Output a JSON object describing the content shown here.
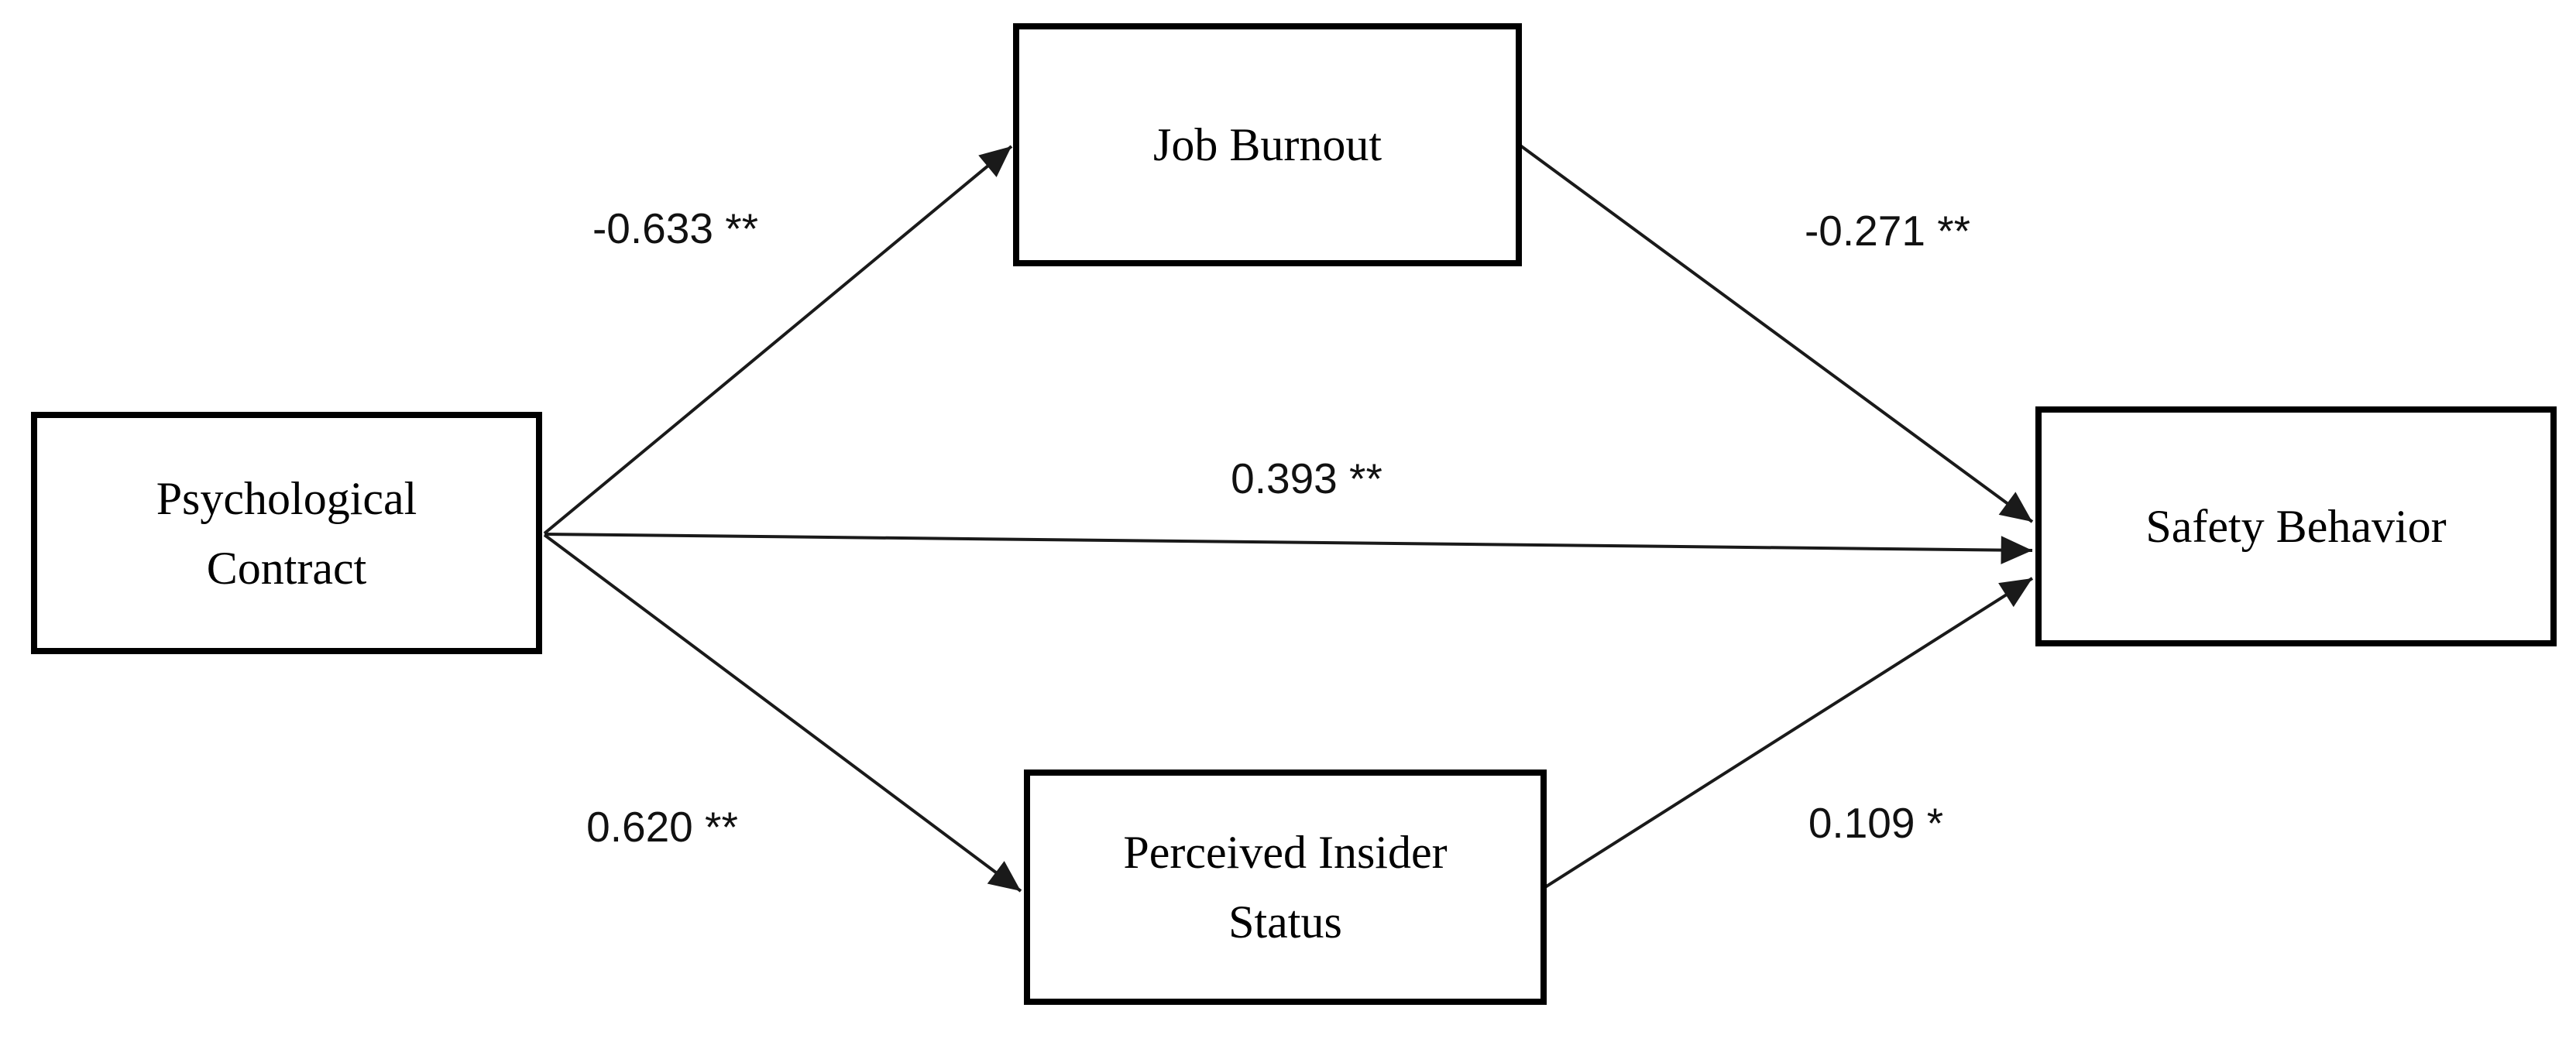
{
  "figure": {
    "background_color": "#ffffff",
    "box_border_color": "#000000",
    "arrow_color": "#1a1a1a",
    "text_color": "#000000",
    "type": "path-diagram"
  },
  "nodes": {
    "psychological_contract": {
      "label": "Psychological Contract",
      "lines": [
        "Psychological",
        "Contract"
      ]
    },
    "job_burnout": {
      "label": "Job Burnout",
      "lines": [
        "Job Burnout"
      ]
    },
    "perceived_insider_status": {
      "label": "Perceived Insider Status",
      "lines": [
        "Perceived Insider",
        "Status"
      ]
    },
    "safety_behavior": {
      "label": "Safety Behavior",
      "lines": [
        "Safety Behavior"
      ]
    }
  },
  "edges": [
    {
      "from": "psychological_contract",
      "to": "job_burnout",
      "label": "-0.633 **"
    },
    {
      "from": "job_burnout",
      "to": "safety_behavior",
      "label": "-0.271 **"
    },
    {
      "from": "psychological_contract",
      "to": "safety_behavior",
      "label": "0.393 **"
    },
    {
      "from": "psychological_contract",
      "to": "perceived_insider_status",
      "label": "0.620 **"
    },
    {
      "from": "perceived_insider_status",
      "to": "safety_behavior",
      "label": "0.109 *"
    }
  ]
}
